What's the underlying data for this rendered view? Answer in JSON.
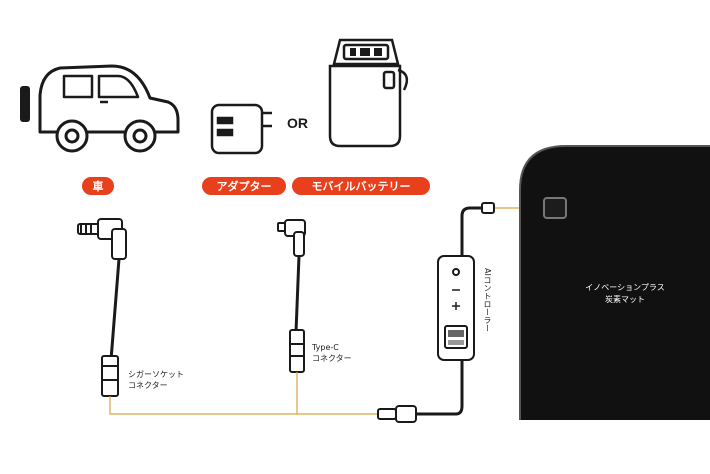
{
  "sources": {
    "car": "車",
    "adapter": "アダプター",
    "battery": "モバイルバッテリー",
    "or_text": "OR"
  },
  "connectors": {
    "cigar_line1": "シガーソケット",
    "cigar_line2": "コネクター",
    "typec_line1": "Type-C",
    "typec_line2": "コネクター"
  },
  "controller": {
    "label": "AIコントローラー"
  },
  "mat": {
    "line1": "イノベーションプラス",
    "line2": "炭素マット"
  },
  "colors": {
    "accent": "#e8401c",
    "cable": "#d9a441",
    "mat": "#111111"
  }
}
